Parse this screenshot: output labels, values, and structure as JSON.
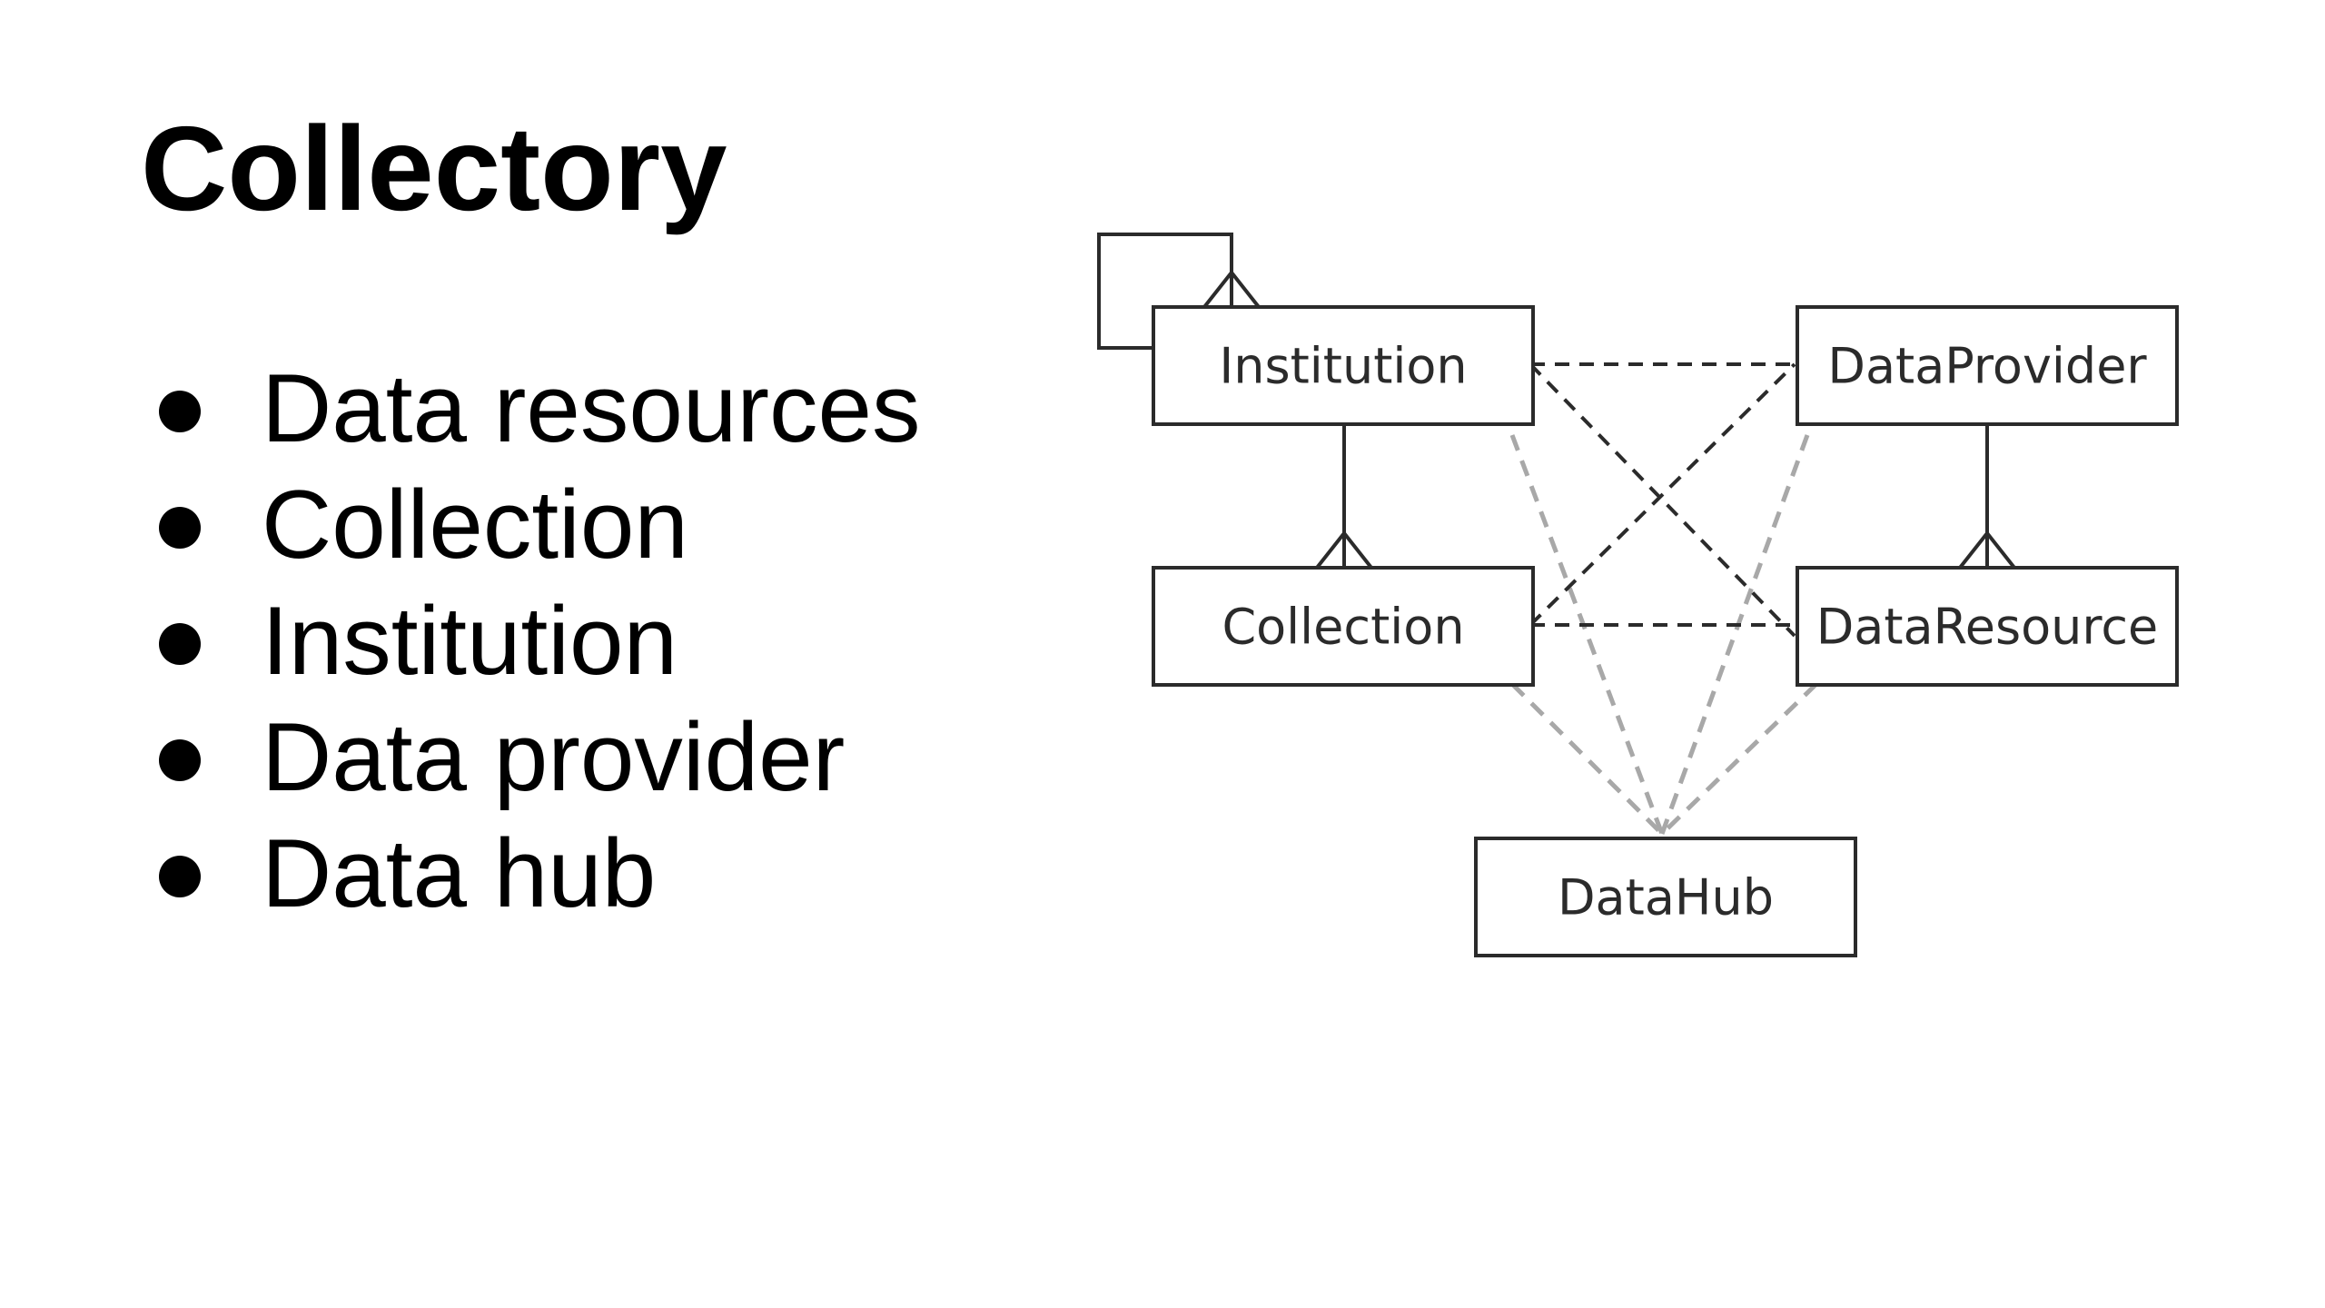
{
  "slide": {
    "title": "Collectory",
    "bullets": [
      "Data resources",
      "Collection",
      "Institution",
      "Data provider",
      "Data hub"
    ]
  },
  "diagram": {
    "entities": {
      "institution": "Institution",
      "data_provider": "DataProvider",
      "collection": "Collection",
      "data_resource": "DataResource",
      "data_hub": "DataHub"
    },
    "relationships": [
      {
        "from": "institution",
        "to": "institution",
        "style": "solid",
        "cardinality": "one-to-many"
      },
      {
        "from": "institution",
        "to": "collection",
        "style": "solid",
        "cardinality": "one-to-many"
      },
      {
        "from": "data_provider",
        "to": "data_resource",
        "style": "solid",
        "cardinality": "one-to-many"
      },
      {
        "from": "institution",
        "to": "data_provider",
        "style": "dashed"
      },
      {
        "from": "institution",
        "to": "data_resource",
        "style": "dashed"
      },
      {
        "from": "collection",
        "to": "data_provider",
        "style": "dashed"
      },
      {
        "from": "collection",
        "to": "data_resource",
        "style": "dashed"
      },
      {
        "from": "data_hub",
        "to": "institution",
        "style": "dashed-grey"
      },
      {
        "from": "data_hub",
        "to": "collection",
        "style": "dashed-grey"
      },
      {
        "from": "data_hub",
        "to": "data_provider",
        "style": "dashed-grey"
      },
      {
        "from": "data_hub",
        "to": "data_resource",
        "style": "dashed-grey"
      }
    ],
    "colors": {
      "box_stroke": "#2b2b2b",
      "dashed_line": "#2b2b2b",
      "grey_dashed_line": "#a8a8a8"
    }
  }
}
